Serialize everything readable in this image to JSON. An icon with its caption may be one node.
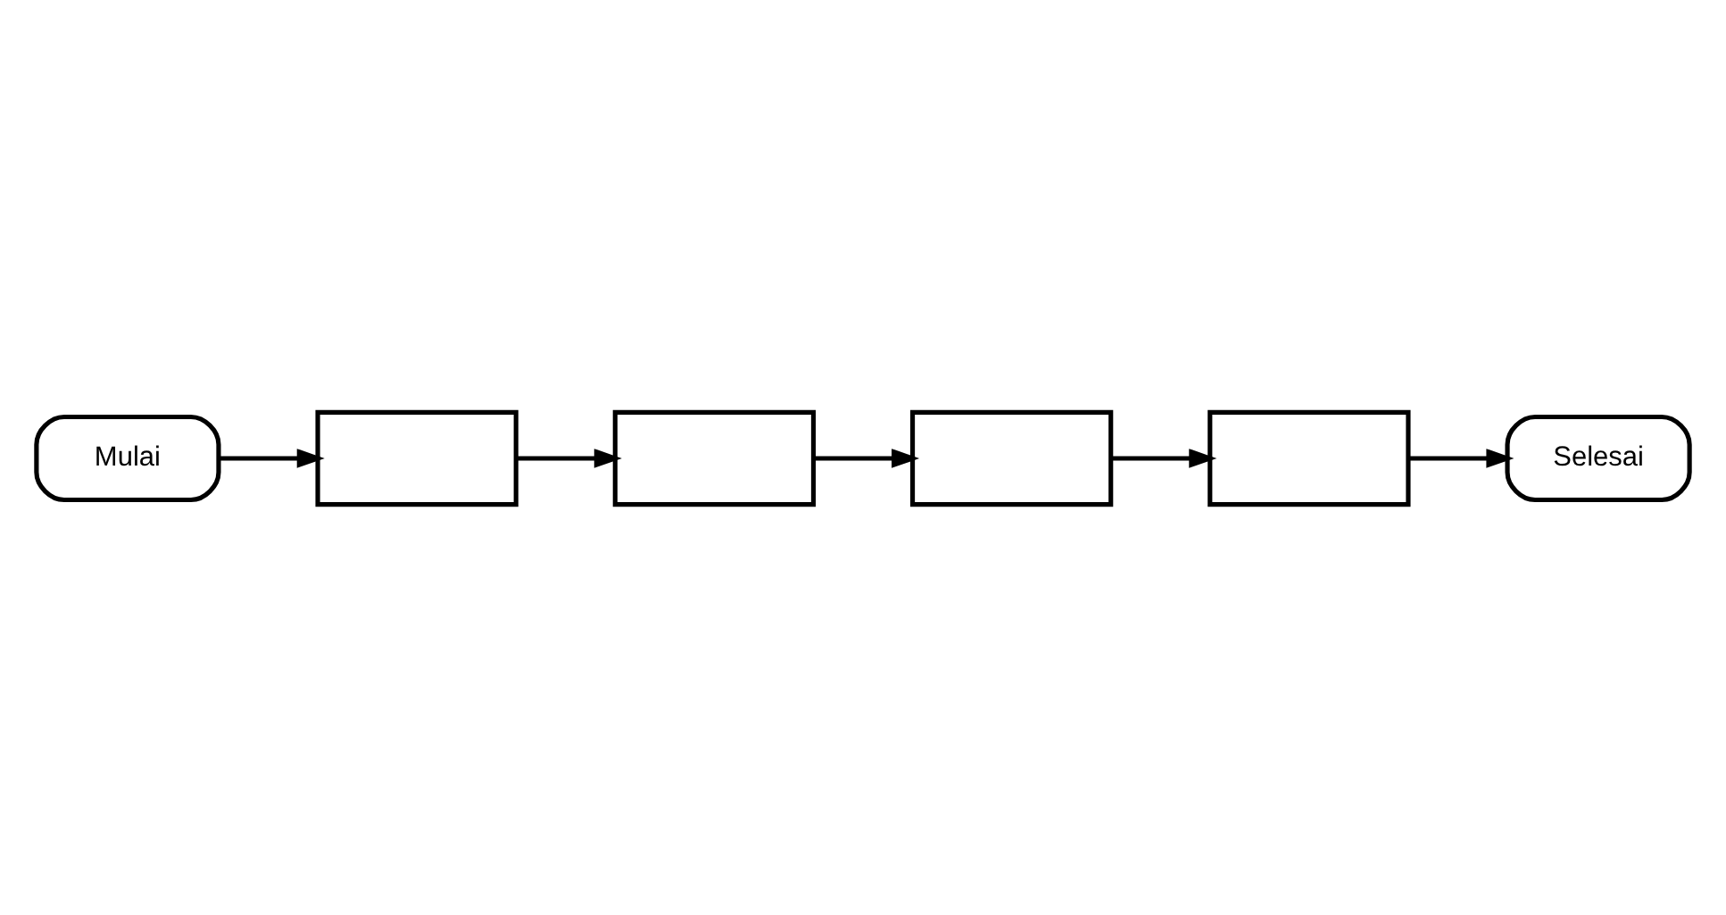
{
  "diagram": {
    "nodes": [
      {
        "text": [
          "Mulai"
        ]
      },
      {
        "text": [],
        "shape": "box"
      },
      {
        "text": [],
        "shape": "box"
      },
      {
        "text": [],
        "shape": "box"
      },
      {
        "text": [],
        "shape": "box"
      },
      {
        "text": [
          "Selesai"
        ]
      }
    ],
    "edges": [
      {
        "from": 0,
        "to": 1,
        "arrow": "to"
      },
      {
        "from": 1,
        "to": 2,
        "arrow": "to"
      },
      {
        "from": 2,
        "to": 3,
        "arrow": "to"
      },
      {
        "from": 3,
        "to": 4,
        "arrow": "to"
      },
      {
        "from": 4,
        "to": 5,
        "arrow": "to"
      }
    ]
  }
}
